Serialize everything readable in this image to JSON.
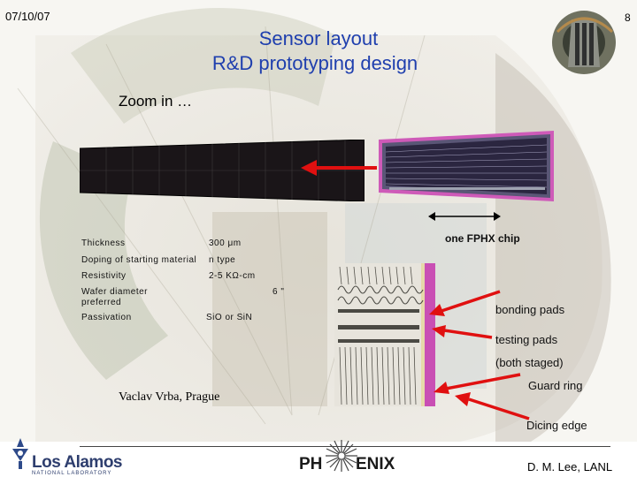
{
  "slide": {
    "date": "07/10/07",
    "page_number": "8",
    "title_line1": "Sensor layout",
    "title_line2": "R&D prototyping design",
    "zoom_label": "Zoom in …",
    "fphx_label": "one FPHX chip",
    "bonding_pads": "bonding pads",
    "testing_pads": "testing pads",
    "both_staged": "(both staged)",
    "guard_ring": "Guard ring",
    "dicing_edge": "Dicing edge",
    "credit": "Vaclav Vrba, Prague",
    "author": "D. M. Lee, LANL",
    "logo_text": "Los Alamos",
    "logo_subtext": "NATIONAL LABORATORY",
    "phenix_left": "PH",
    "phenix_right": "ENIX"
  },
  "spec_table": {
    "rows": [
      {
        "label": "Thickness",
        "value": "300 μm"
      },
      {
        "label": "Doping of starting material",
        "value": "n type"
      },
      {
        "label": "Resistivity",
        "value": "2-5 KΩ-cm"
      },
      {
        "label": "Wafer diameter preferred",
        "value": "6 \""
      },
      {
        "label": "Passivation",
        "value": "SiO or SiN"
      }
    ]
  },
  "colors": {
    "title": "#1f3fae",
    "arrow": "#e01010",
    "chip_frame": "#d060c0",
    "chip_fill": "#2a1b2a"
  }
}
